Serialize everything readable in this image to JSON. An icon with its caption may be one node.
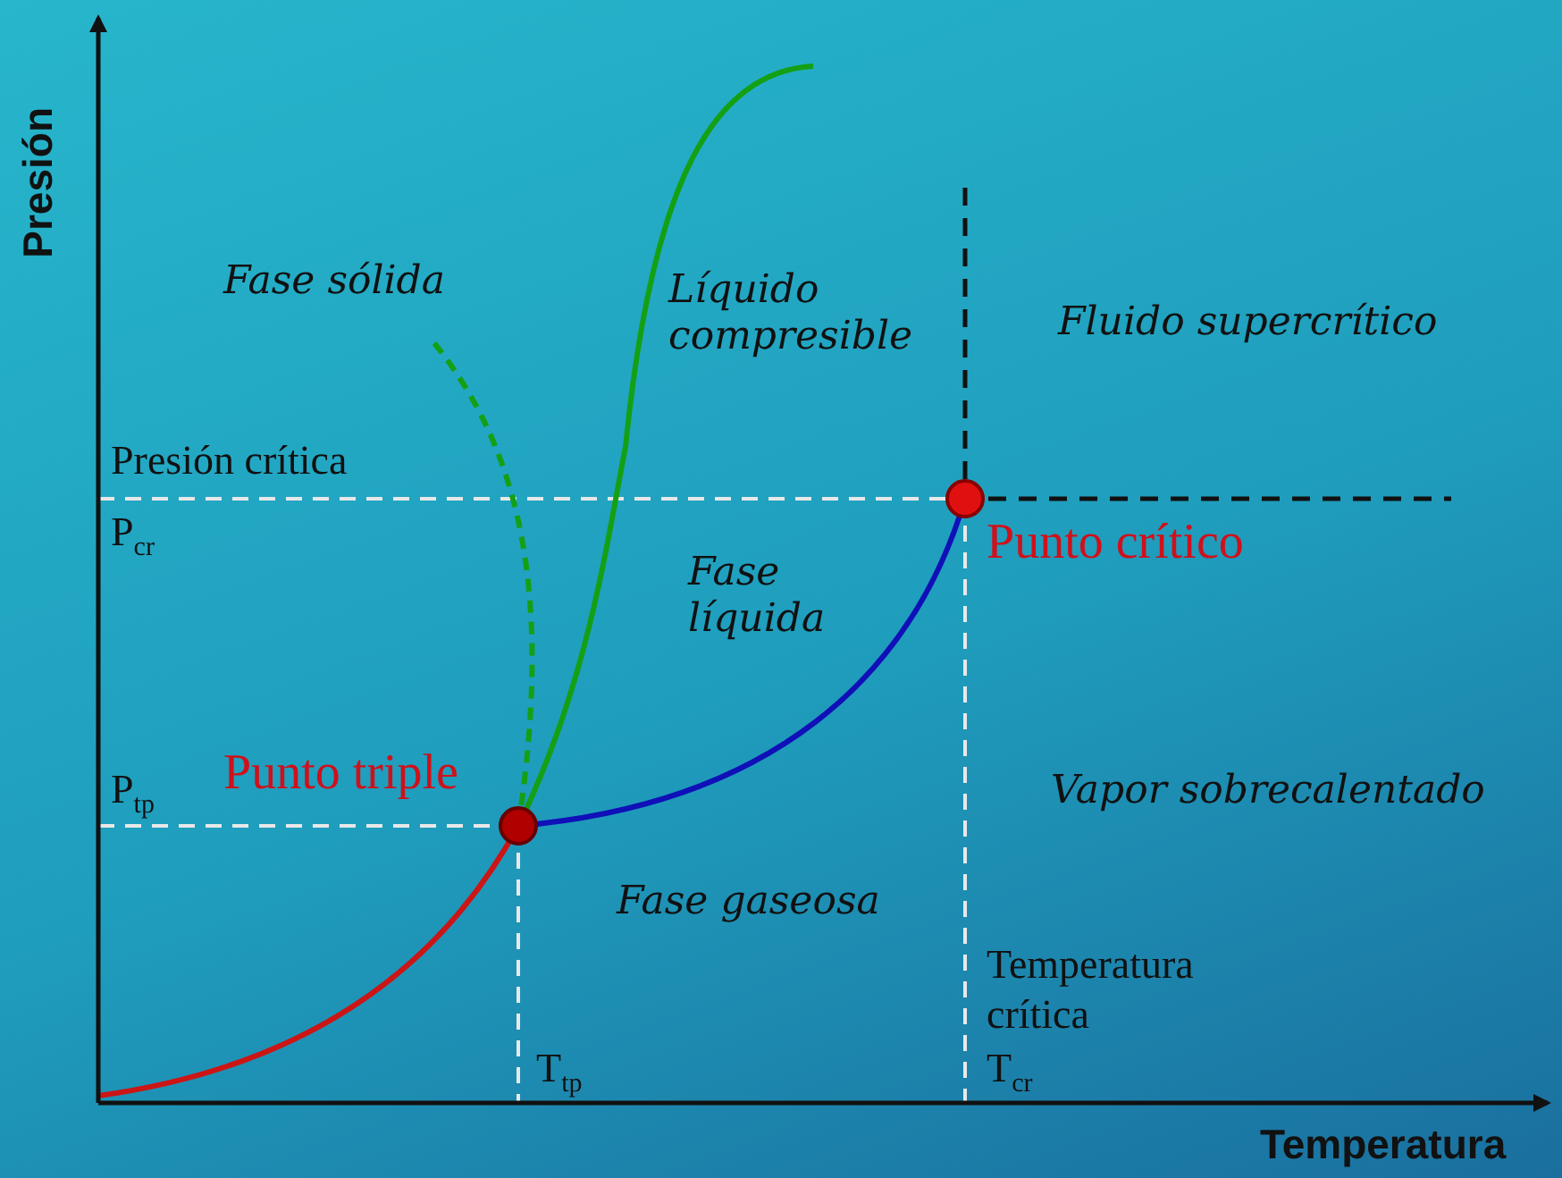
{
  "diagram": {
    "labels": [
      "Presión",
      "Fase sólida",
      "Líquido compresible",
      "Fluido supercrítico",
      "Presión crítica",
      "P$_{cr}$",
      "Punto crítico",
      "Fase líquida",
      "P$_{tp}$",
      "Punto triple",
      "Vapor sobrecalentado",
      "Fase gaseosa",
      "Temperatura crítica",
      "T$_{cr}$",
      "T$_{tp}$",
      "Temperatura"
    ]
  }
}
